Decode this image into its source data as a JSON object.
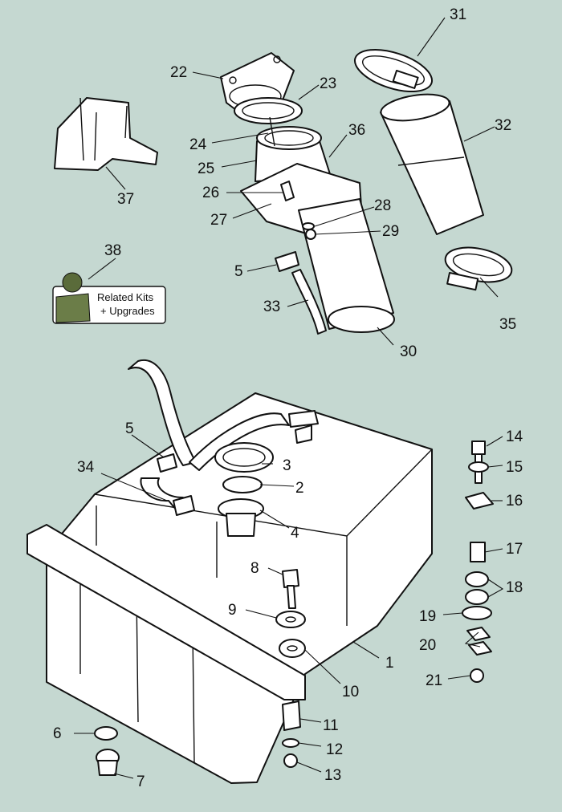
{
  "labels": {
    "l1": "1",
    "l2": "2",
    "l3": "3",
    "l4": "4",
    "l5a": "5",
    "l5b": "5",
    "l6": "6",
    "l7": "7",
    "l8": "8",
    "l9": "9",
    "l10": "10",
    "l11": "11",
    "l12": "12",
    "l13": "13",
    "l14": "14",
    "l15": "15",
    "l16": "16",
    "l17": "17",
    "l18": "18",
    "l19": "19",
    "l20": "20",
    "l21": "21",
    "l22": "22",
    "l23": "23",
    "l24": "24",
    "l25": "25",
    "l26": "26",
    "l27": "27",
    "l28": "28",
    "l29": "29",
    "l30": "30",
    "l31": "31",
    "l32": "32",
    "l33": "33",
    "l34": "34",
    "l35": "35",
    "l36": "36",
    "l37": "37",
    "l38": "38"
  },
  "kit_badge": {
    "line1": "Related Kits",
    "line2": "+ Upgrades"
  },
  "colors": {
    "background": "#c5d8d1",
    "ink": "#111111",
    "part_fill": "#ffffff"
  }
}
